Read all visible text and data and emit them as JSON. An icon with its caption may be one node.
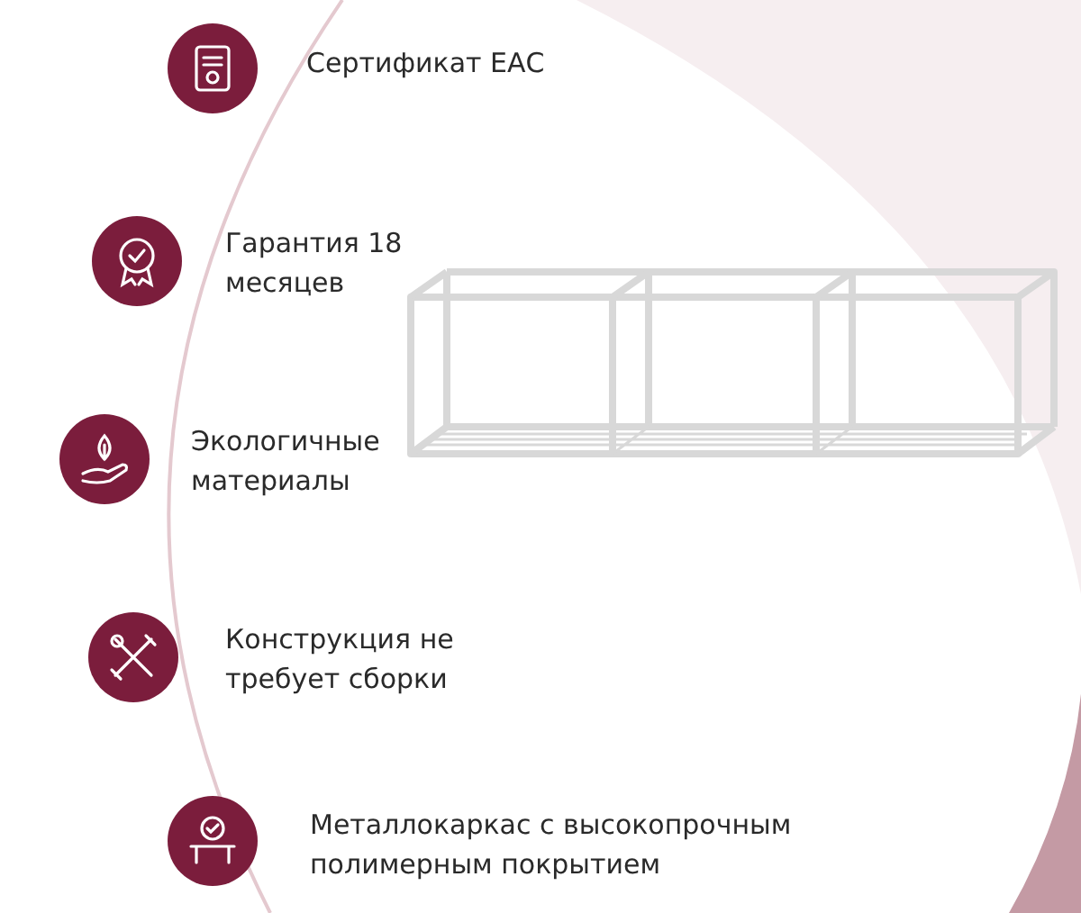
{
  "diagram": {
    "labels": [
      "Сертификат ЕАС",
      "Гарантия 18 месяцев",
      "Экологичные материалы",
      "Конструкция не требует сборки",
      "Металлокаркас с высокопрочным полимерным покрытием"
    ]
  }
}
